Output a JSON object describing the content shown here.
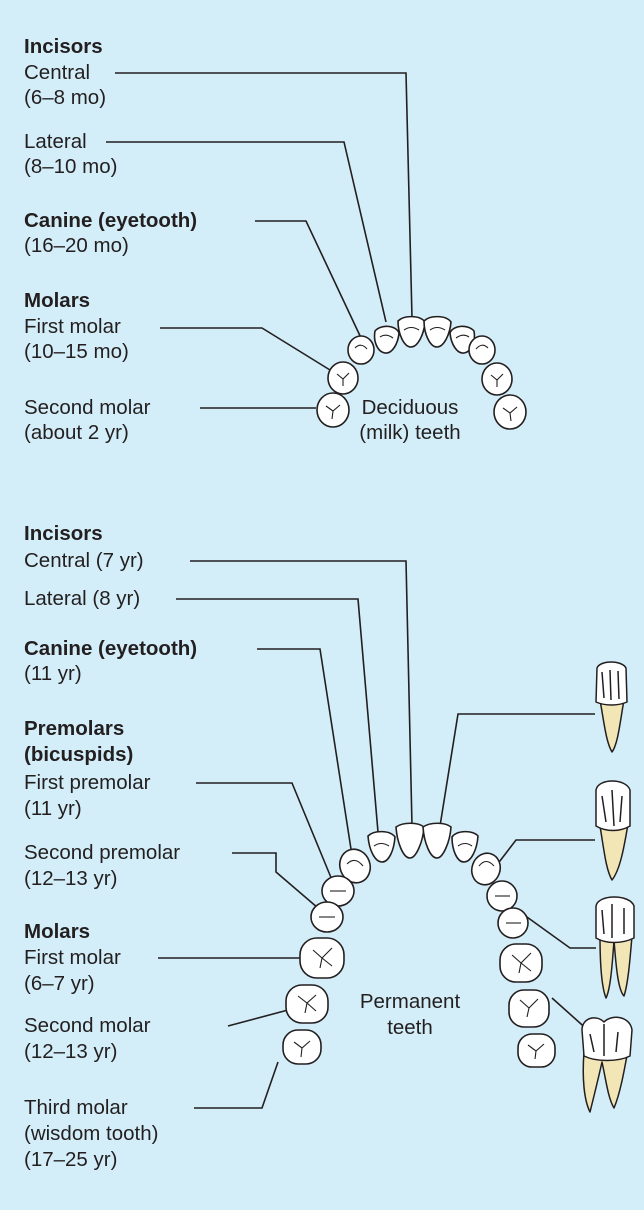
{
  "colors": {
    "background": "#d3eef8",
    "tooth_fill": "#ffffff",
    "outline": "#231f20",
    "root_fill": "#f2e6b6"
  },
  "deciduous": {
    "incisors_heading": "Incisors",
    "central_name": "Central",
    "central_age": "(6–8 mo)",
    "lateral_name": "Lateral",
    "lateral_age": "(8–10 mo)",
    "canine_heading": "Canine (eyetooth)",
    "canine_age": "(16–20 mo)",
    "molars_heading": "Molars",
    "first_molar_name": "First molar",
    "first_molar_age": "(10–15 mo)",
    "second_molar_name": "Second molar",
    "second_molar_age": "(about 2 yr)",
    "arch_label_line1": "Deciduous",
    "arch_label_line2": "(milk) teeth"
  },
  "permanent": {
    "incisors_heading": "Incisors",
    "central": "Central (7 yr)",
    "lateral": "Lateral (8 yr)",
    "canine_heading": "Canine (eyetooth)",
    "canine_age": "(11 yr)",
    "premolars_heading_line1": "Premolars",
    "premolars_heading_line2": "(bicuspids)",
    "first_premolar_name": "First premolar",
    "first_premolar_age": "(11 yr)",
    "second_premolar_name": "Second premolar",
    "second_premolar_age": "(12–13 yr)",
    "molars_heading": "Molars",
    "first_molar_name": "First molar",
    "first_molar_age": "(6–7 yr)",
    "second_molar_name": "Second molar",
    "second_molar_age": "(12–13 yr)",
    "third_molar_name": "Third molar",
    "third_molar_note": "(wisdom tooth)",
    "third_molar_age": "(17–25 yr)",
    "arch_label_line1": "Permanent",
    "arch_label_line2": "teeth"
  }
}
